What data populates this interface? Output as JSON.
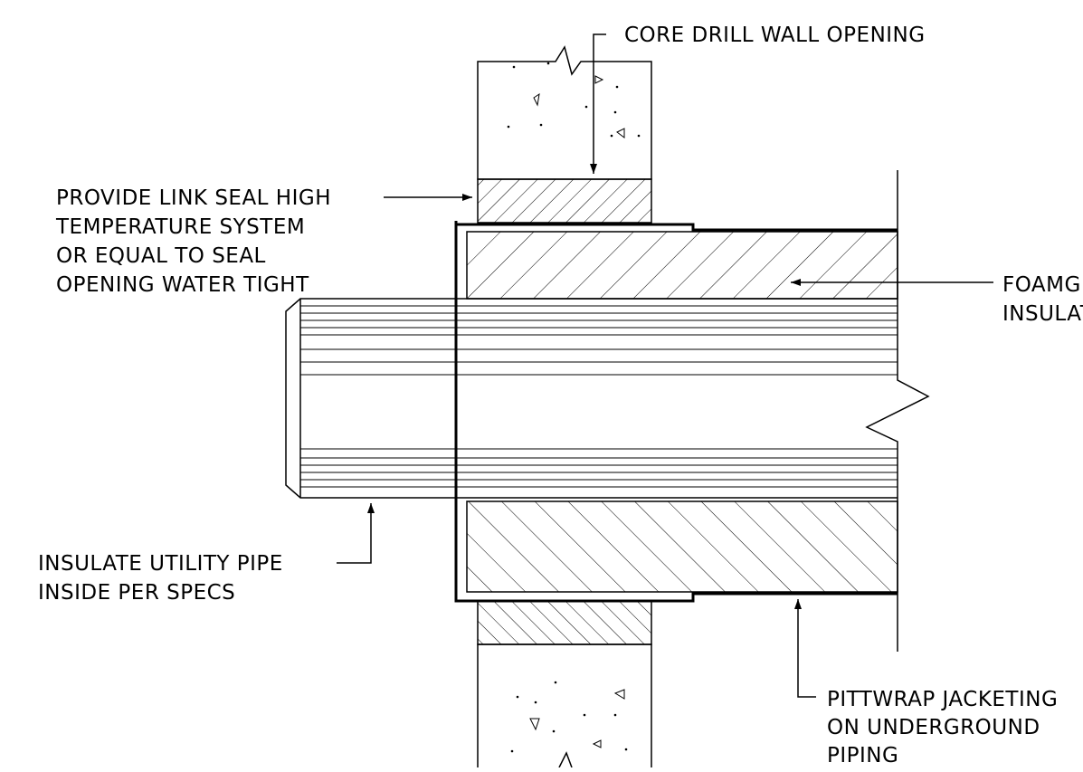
{
  "callouts": {
    "core_drill": [
      "CORE DRILL WALL OPENING"
    ],
    "link_seal": [
      "PROVIDE LINK SEAL HIGH",
      "TEMPERATURE SYSTEM",
      "OR EQUAL TO SEAL",
      "OPENING WATER TIGHT"
    ],
    "foamglas": [
      "FOAMGL",
      "INSULAT"
    ],
    "insulate_pipe": [
      "INSULATE UTILITY PIPE",
      "INSIDE PER SPECS"
    ],
    "pittwrap": [
      "PITTWRAP JACKETING",
      "ON UNDERGROUND",
      "PIPING"
    ]
  },
  "colors": {
    "line": "#000000",
    "background": "#ffffff"
  }
}
